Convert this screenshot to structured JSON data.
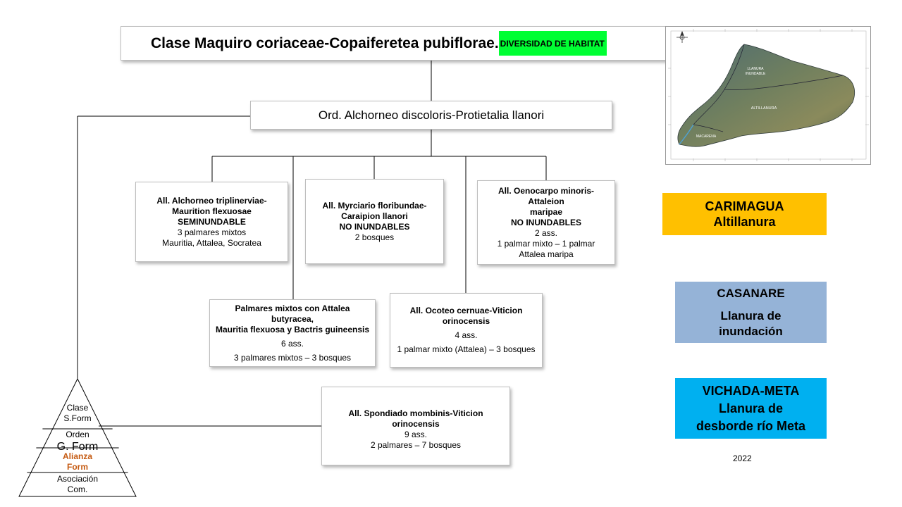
{
  "title": {
    "main": "Clase Maquiro coriaceae-Copaiferetea pubiflorae.",
    "badge": "DIVERSIDAD DE HABITAT",
    "badge_color": "#00ff33"
  },
  "order": "Ord. Alchorneo discoloris-Protietalia llanori",
  "alliances": [
    {
      "l1": "All. Alchorneo triplinerviae-",
      "l2": "Maurition flexuosae",
      "l3": "SEMINUNDABLE",
      "l4": "3 palmares mixtos",
      "l5": "Mauritia, Attalea, Socratea"
    },
    {
      "l1": "All. Myrciario floribundae-",
      "l2": "Caraipion llanori",
      "l3": "NO INUNDABLES",
      "l4": "2 bosques"
    },
    {
      "l1": "All. Oenocarpo minoris-Attaleion",
      "l2": "maripae",
      "l3": "NO INUNDABLES",
      "l4": "2 ass.",
      "l5": "1 palmar mixto – 1 palmar",
      "l6": "Attalea maripa"
    },
    {
      "l1": "Palmares mixtos con Attalea butyracea,",
      "l2": "Mauritia flexuosa y Bactris guineensis",
      "l3": "6 ass.",
      "l4": "3 palmares mixtos – 3 bosques"
    },
    {
      "l1": "All. Ocoteo cernuae-Viticion",
      "l2": "orinocensis",
      "l3": "4 ass.",
      "l4": "1 palmar mixto (Attalea) – 3 bosques"
    },
    {
      "l1": "All. Spondiado mombinis-Viticion orinocensis",
      "l2": "9 ass.",
      "l3": "2 palmares – 7 bosques"
    }
  ],
  "map": {
    "labels": [
      "LLANURA INUNDABLE",
      "ALTILLANURA",
      "MACARENA"
    ]
  },
  "regions": [
    {
      "line1": "CARIMAGUA",
      "line2": "Altillanura",
      "color": "#ffc000"
    },
    {
      "line1": "CASANARE",
      "line2": "Llanura de",
      "line3": "inundación",
      "color": "#95b3d7"
    },
    {
      "line1": "VICHADA-META",
      "line2": "Llanura de",
      "line3": "desborde río Meta",
      "color": "#00b0f0"
    }
  ],
  "year": "2022",
  "pyramid": {
    "clase": "Clase",
    "sform": "S.Form",
    "orden": "Orden",
    "gform": "G. Form",
    "alianza": "Alianza",
    "aform": "Form",
    "asociacion": "Asociación",
    "com": "Com.",
    "accent": "#c55a11"
  }
}
